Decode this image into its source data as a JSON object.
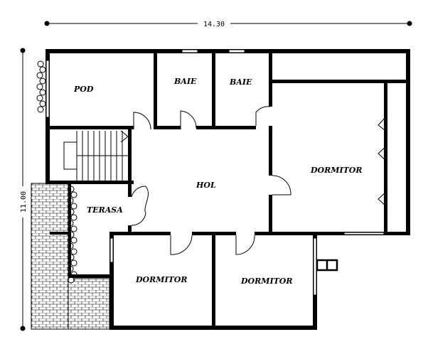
{
  "dimensions": {
    "width_label": "14.30",
    "height_label": "11.00"
  },
  "rooms": {
    "pod": "POD",
    "baie1": "BAIE",
    "baie2": "BAIE",
    "dormitor_right": "DORMITOR",
    "hol": "HOL",
    "terasa": "TERASA",
    "dormitor_bottom_left": "DORMITOR",
    "dormitor_bottom_right": "DORMITOR"
  },
  "colors": {
    "wall": "#000000",
    "background": "#ffffff"
  }
}
